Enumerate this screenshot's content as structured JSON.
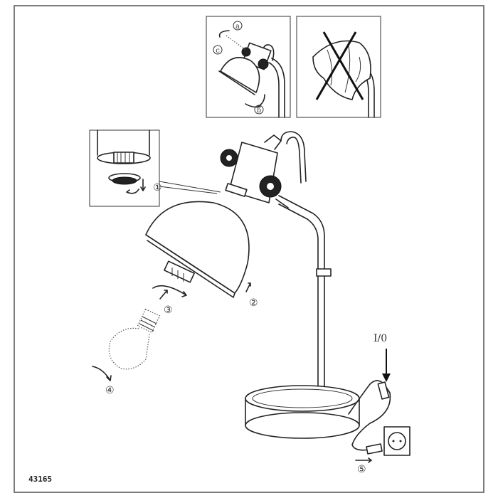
{
  "document": {
    "model_number": "43165",
    "switch_label": "I/0",
    "steps": [
      "①",
      "②",
      "③",
      "④",
      "⑤"
    ],
    "detail_labels": [
      "a",
      "b",
      "c"
    ]
  }
}
